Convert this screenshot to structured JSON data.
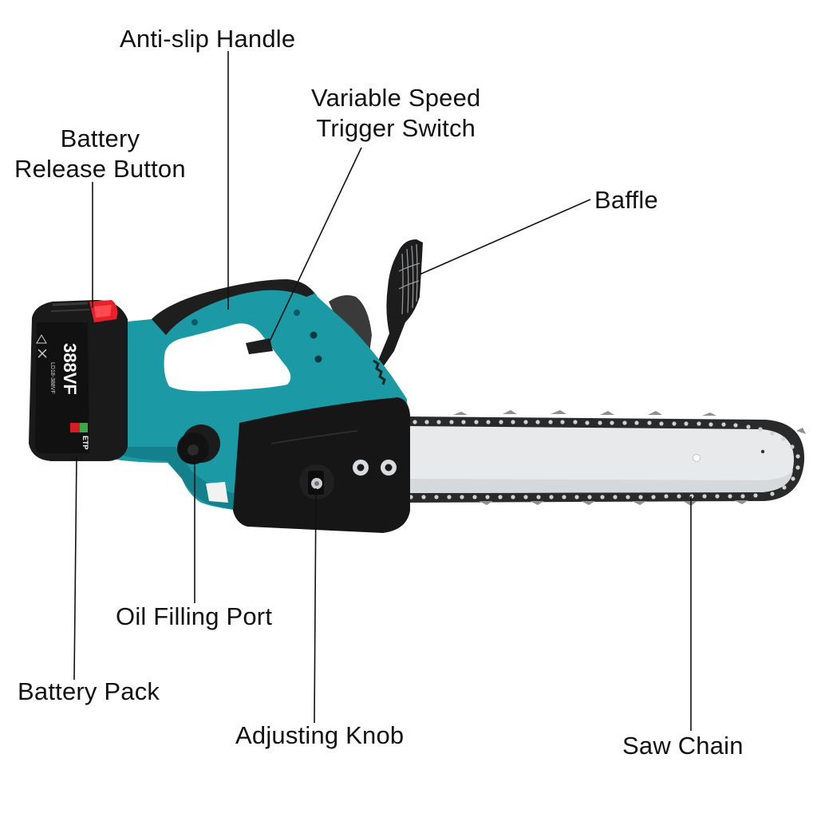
{
  "diagram": {
    "subject": "Cordless electric chainsaw",
    "colors": {
      "background": "#ffffff",
      "text": "#111111",
      "leader_line": "#111111",
      "body_teal": "#1b9aa6",
      "body_teal_dark": "#0f6f79",
      "housing_black": "#161616",
      "bar_silver": "#e6e8ea",
      "chain_dark": "#2a2a2a",
      "battery_release_red": "#e8202a"
    },
    "labels": {
      "anti_slip_handle": {
        "text": "Anti-slip Handle"
      },
      "variable_speed_trigger": {
        "line1": "Variable Speed",
        "line2": "Trigger Switch"
      },
      "battery_release_button": {
        "line1": "Battery",
        "line2": "Release Button"
      },
      "baffle": {
        "text": "Baffle"
      },
      "oil_filling_port": {
        "text": "Oil Filling Port"
      },
      "battery_pack": {
        "text": "Battery Pack"
      },
      "adjusting_knob": {
        "text": "Adjusting Knob"
      },
      "saw_chain": {
        "text": "Saw Chain"
      }
    },
    "battery_markings": {
      "voltage": "388VF",
      "model": "LD18-388VF",
      "brand_mark": "ETP"
    }
  }
}
